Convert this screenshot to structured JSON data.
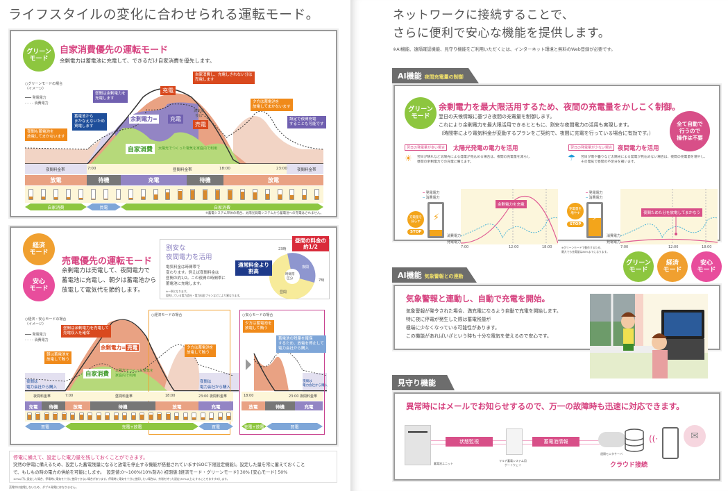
{
  "left": {
    "title": "ライフスタイルの変化に合わせられる運転モード。",
    "green": {
      "badge": "グリーン\nモード",
      "title": "自家消費優先の運転モード",
      "subtitle": "余剰電力は蓄電池に充電して、できるだけ自家消費を優先します。",
      "legend_title": "○グリーンモードの場合\n（イメージ）",
      "legend_gen": "発電電力",
      "legend_use": "消費電力",
      "callouts": [
        "夜間も蓄電池を\n放電してまかないます",
        "蓄電池から\nまかなえないため\n買電します",
        "昼間は余剰電力を\n充電します",
        "自家消費し、充電しきれない分は\n売電します",
        "夕方は蓄電池を\n放電してまかないます",
        "設定で夜間充電\nすることも可能です"
      ],
      "labels": {
        "charge": "充電",
        "surplus": "余剰電力=",
        "surplus_charge": "充電",
        "full": "満充電\n後は",
        "sell": "売電",
        "self": "自家消費",
        "self_note": "太陽光でつくった電気を家庭内で利用"
      },
      "times": {
        "night": "夜間料金帯",
        "t1": "7:00",
        "day": "昼間料金帯",
        "t2": "18:00",
        "t3": "23:00",
        "night2": "夜間料金帯"
      },
      "modes": [
        "放電",
        "待機",
        "充電",
        "待機",
        "放電"
      ],
      "arrows": [
        "自家消費",
        "買電",
        "自家消費"
      ],
      "batteries": [
        0.3,
        0.3,
        0.25,
        0.2,
        0.15,
        0.1,
        0.1,
        0.1,
        0.15,
        0.3,
        0.5,
        0.7,
        0.85,
        0.9,
        0.9,
        0.9,
        0.9,
        0.8,
        0.7,
        0.6,
        0.5,
        0.45,
        0.4,
        0.35
      ],
      "note": "※蓄電システム単体の場合、太陽光発電システムから蓄電池への充電はされません。"
    },
    "economy": {
      "badge1": "経済\nモード",
      "badge2": "安心\nモード",
      "title": "売電優先の運転モード",
      "body": [
        "余剰電力は売電して、夜間電力で",
        "蓄電池に充電し、朝夕は蓄電池から",
        "放電して電気代を節約します。"
      ],
      "price": {
        "title1": "割安な",
        "title2": "夜間電力を活用",
        "body": [
          "電気料金は時間帯で",
          "変わります。例えば夜間料金は",
          "昼間の約1/2。この夜間の時間帯に",
          "蓄電池に充電します。"
        ],
        "note": "※一例となります。\n契約している電力会社・電力料金プランなどにより異なります。",
        "callout_blue": "通常料金より\n割高",
        "callout_red": "昼間の料金の\n約1/2",
        "pie_23": "23時",
        "pie_7": "7時",
        "pie_night": "夜間",
        "pie_day": "昼間",
        "pie_center": "時間帯\n区分"
      },
      "legend_title": "○経済・安心モードの場合\n（イメージ）",
      "legend_gen": "発電電力",
      "legend_use": "消費電力",
      "callouts": [
        "昼間は余剰電力を売電して\n売電収入を確保",
        "朝は蓄電池を\n放電して賄う",
        "夕方は蓄電池を\n放電して賄う"
      ],
      "surplus": "余剰電力=",
      "sell": "売電",
      "self": "自家消費",
      "self_note": "太陽光でつくった電気を\n家庭内で利用",
      "buy_night": "夜間は\n電力会社から購入",
      "times": {
        "night": "夜間料金帯",
        "t1": "7:00",
        "day": "昼間料金帯",
        "t2": "18:00",
        "t3": "23:00 夜間料金帯"
      },
      "modes": [
        "充電",
        "待機",
        "放電",
        "待機",
        "放電",
        "充電"
      ],
      "arrows": [
        "買電",
        "充電+放電",
        "買電"
      ],
      "econ_box": "○経済モードの場合",
      "safe_box": "○安心モードの場合",
      "safe_callouts": [
        "夕方は蓄電池を\n放電して賄う",
        "蓄電池の残量を確保\nするため、放電を停止して\n電力会社から購入"
      ],
      "safe_times": {
        "t2": "18:00",
        "t3": "23:00 夜間料金帯"
      },
      "safe_modes": [
        "放電",
        "待機",
        "充電"
      ],
      "safe_arrows": [
        "充電+放電",
        "買電"
      ]
    },
    "soc": {
      "title": "停電に備えて、設定した電力量を残しておくことができます。",
      "body1": "突然の停電に備えるため、設定した蓄電残量になると放電を停止する機能が搭載されています(SOC下限設定機能)。設定した量を常に蓄えておくこと",
      "body2": "で、もしもの時の電力の供給を可能にします。　設定値:0〜100%(10%刻み) 初期値:[経済モード・グリーンモード] 30% [安心モード] 50%",
      "note": "10%以下に設定した場合、停電時に電気を十分に使用できない場合があります。停電時に電気を十分に使用したい場合は、余裕を持った設定(30%以上)にすることをおすすめします。"
    },
    "footnote": "売電中は放電しないため、ダブル発電にはなりません。"
  },
  "right": {
    "title1": "ネットワークに接続することで、",
    "title2": "さらに便利で安心な機能を提供します。",
    "note": "※AI機能、遠隔確認機能、見守り機能をご利用いただくには、インターネット環境と無料のWeb登録が必要です。",
    "ai1": {
      "tab": "AI機能",
      "tab_sub": "夜間充電量の制御",
      "badge": "グリーン\nモード",
      "title": "余剰電力を最大限活用するため、夜間の充電量をかしこく制御。",
      "body": [
        "翌日の天候情報に基づき夜間の充電量を制御します。",
        "これにより余剰電力を最大限活用できるとともに、割安な夜間電力の活用も実現します。",
        "（時間帯により電気料金が変動するプランをご契約で、夜間に充電を行っている場合に有効です。）"
      ],
      "auto": "全て自動で\n行うので\n操作は不要",
      "left": {
        "tag": "翌日の発電量が多い場合",
        "title": "太陽光発電の電力を活用",
        "desc": "翌日が晴れなど太陽光による発電が見込める場合は、夜間の充電量を減らし\n昼間の余剰電力での充電に備えます。",
        "gen": "発電電力",
        "use": "消費電力",
        "bubble": "充電量を\n減らす",
        "stop": "STOP",
        "label": "余剰電力を充電",
        "y1": "消費電力",
        "y2": "発電電力",
        "x": [
          "7:00",
          "12:00",
          "18:00"
        ]
      },
      "right": {
        "tag": "翌日の発電量が少ない場合",
        "title": "夜間電力を活用",
        "desc": "翌日が雨や曇りなど太陽光による発電が見込めない場合は、夜間の充電量を増やし、\nその電気で昼間の不足分を補います。",
        "gen": "発電電力",
        "use": "消費電力",
        "bubble": "充電量を\n増やす",
        "stop": "STOP",
        "label": "夜間ためた分を放電してまかなう",
        "y1": "消費電力",
        "y2": "発電電力",
        "x": [
          "7:00",
          "12:00",
          "18:00"
        ],
        "note": "※グリーンモードで動作するため、\n最大でも充電量は80%までになります。"
      }
    },
    "modes": [
      "グリーン\nモード",
      "経済\nモード",
      "安心\nモード"
    ],
    "ai2": {
      "tab": "AI機能",
      "tab_sub": "気象警報との連動",
      "title": "気象警報と連動し、自動で充電を開始。",
      "body": [
        "気象警報が発令された場合、満充電になるよう自動で充電を開始します。",
        "特に夜に停電が発生した際は蓄電残量が",
        "極端に少なくなっている可能性があります。",
        "この機能があればいざという時も十分な電気を使えるので安心です。"
      ]
    },
    "watch": {
      "tab": "見守り機能",
      "title": "異常時にはメールでお知らせするので、万一の故障時も迅速に対応できます。",
      "unit": "蓄電池ユニット",
      "status": "状態監視",
      "gateway": "マルチ蓄電システム用\nゲートウェイ",
      "info": "蓄電池情報",
      "server": "遠隔モニタサーバ",
      "cloud": "クラウド接続"
    }
  },
  "colors": {
    "pink": "#d6427f",
    "green": "#8dc63f",
    "orange": "#f0a030",
    "purple": "#9385c4",
    "salmon": "#e9a283",
    "gray": "#6d6d6d"
  }
}
